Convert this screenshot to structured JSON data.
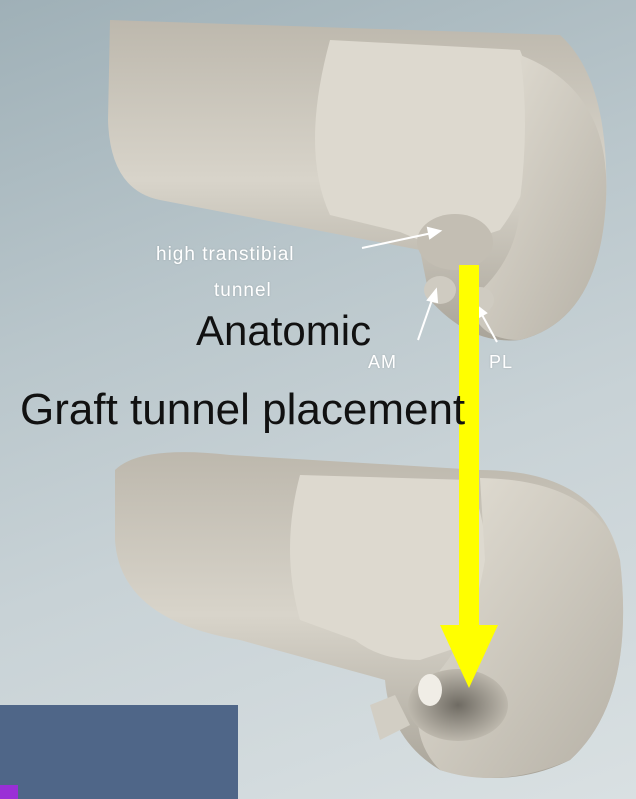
{
  "labels": {
    "high_transtibial": "high transtibial",
    "tunnel": "tunnel",
    "am": "AM",
    "pl": "PL"
  },
  "title": {
    "line1": "Anatomic",
    "line2": "Graft tunnel placement"
  },
  "colors": {
    "arrow": "#ffff00",
    "bone": "#d6d2c8",
    "background": "#b9c6cb",
    "corner_panel": "#4f6688"
  },
  "icons": [
    "down-arrow-icon"
  ]
}
